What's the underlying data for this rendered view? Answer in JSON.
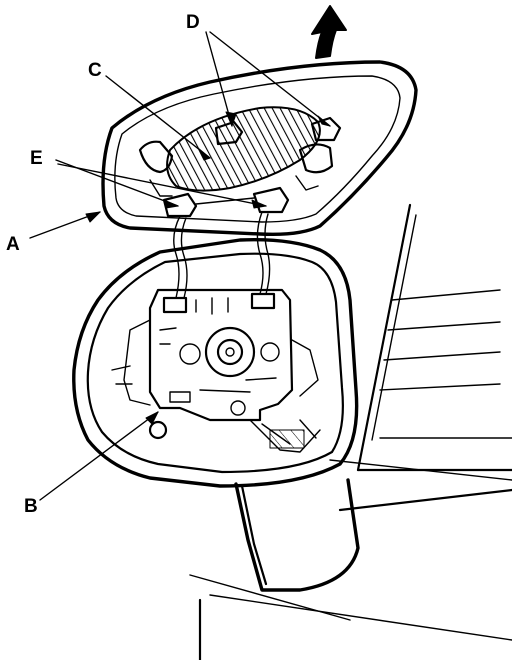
{
  "labels": {
    "a": "A",
    "b": "B",
    "c": "C",
    "d": "D",
    "e": "E"
  },
  "icons": {
    "direction": "arrow-up-icon"
  },
  "colors": {
    "ink": "#000000",
    "paper": "#ffffff"
  }
}
